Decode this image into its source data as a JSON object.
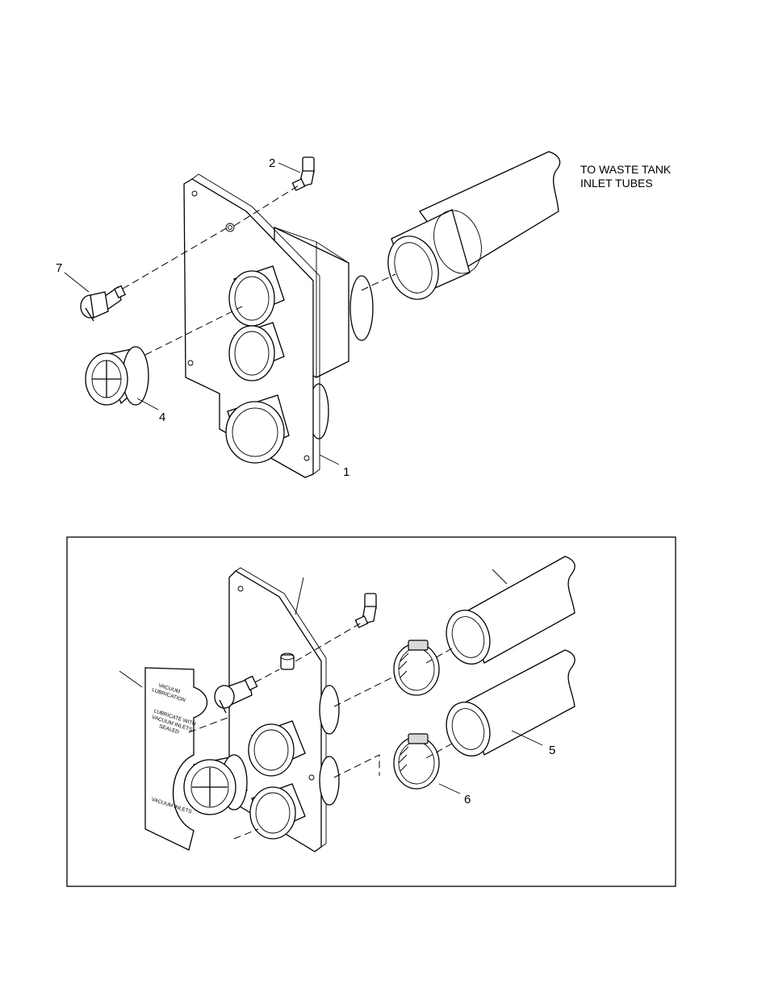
{
  "callouts": {
    "c1": "1",
    "c2": "2",
    "c4": "4",
    "c5": "5",
    "c6": "6",
    "c7": "7"
  },
  "note": {
    "line1": "TO WASTE TANK",
    "line2": "INLET TUBES"
  },
  "decal": {
    "line1": "VACUUM",
    "line2": "LUBRICATION",
    "line3": "LUBRICATE WITH",
    "line4": "VACUUM INLETS",
    "line5": "SEALED",
    "line6": "VACUUM INLETS"
  }
}
